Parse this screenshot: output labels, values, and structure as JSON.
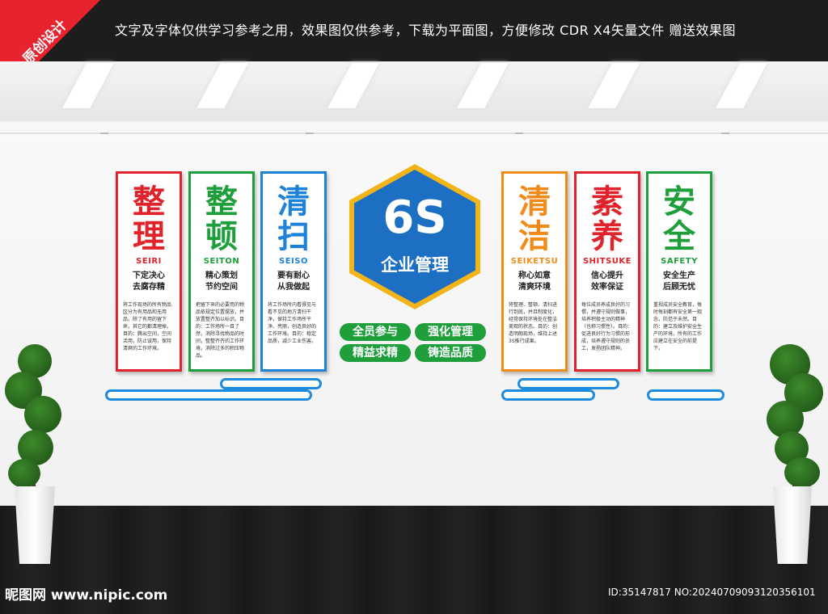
{
  "header": {
    "notice": "文字及字体仅供学习参考之用，效果图仅供参考，下载为平面图，方便修改    CDR X4矢量文件  赠送效果图",
    "corner_label": "原创设计"
  },
  "center": {
    "big": "6S",
    "sub": "企业管理",
    "slogans": [
      "全员参与",
      "强化管理",
      "精益求精",
      "铸造品质"
    ]
  },
  "panels": [
    {
      "c1": "整",
      "c2": "理",
      "eng": "SEIRI",
      "slogan1": "下定决心",
      "slogan2": "去腐存精",
      "desc": "将工作现场的所有物品区分为有用品和无用品，除了有用的留下来，其它的都清理掉。目的：腾出空间，空间活用，防止误用，保持清爽的工作环境。",
      "color": "#e0222b"
    },
    {
      "c1": "整",
      "c2": "顿",
      "eng": "SEITON",
      "slogan1": "精心策划",
      "slogan2": "节约空间",
      "desc": "把留下来的必要用的物品依规定位置摆放，并放置整齐加以标识。目的：工作场所一目了然，消除寻找物品的时间，整整齐齐的工作环境，消除过多的积压物品。",
      "color": "#1f9e3c"
    },
    {
      "c1": "清",
      "c2": "扫",
      "eng": "SEISO",
      "slogan1": "要有耐心",
      "slogan2": "从我做起",
      "desc": "将工作场所内看得见与看不见的地方清扫干净，保持工作场所干净、亮丽，创造良好的工作环境。目的：稳定品质，减少工业伤害。",
      "color": "#1d82d8"
    },
    {
      "c1": "清",
      "c2": "洁",
      "eng": "SEIKETSU",
      "slogan1": "称心如意",
      "slogan2": "清爽环境",
      "desc": "将整理、整顿、清扫进行到底，并且制度化，经常保持环境处在整洁美观的状态。目的：创造明朗现场，维持上述3S推行成果。",
      "color": "#f08a19"
    },
    {
      "c1": "素",
      "c2": "养",
      "eng": "SHITSUKE",
      "slogan1": "信心提升",
      "slogan2": "效率保证",
      "desc": "每位成员养成良好的习惯，并遵守规则做事，培养积极主动的精神（也称习惯性）。目的：促进良好行为习惯的形成，培养遵守规则的员工，发扬团队精神。",
      "color": "#e0222b"
    },
    {
      "c1": "安",
      "c2": "全",
      "eng": "SAFETY",
      "slogan1": "安全生产",
      "slogan2": "后顾无忧",
      "desc": "重视成员安全教育，每时每刻都有安全第一观念，防范于未然。目的：建立及维护安全生产的环境，所有的工作应建立在安全的前提下。",
      "color": "#1f9e3c"
    }
  ],
  "footer": {
    "site": "昵图网 www.nipic.com",
    "id": "ID:35147817 NO:20240709093120356101"
  }
}
